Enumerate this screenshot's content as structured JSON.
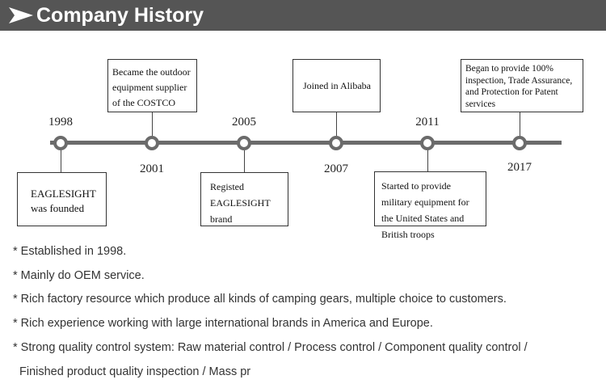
{
  "header": {
    "title": "Company History",
    "background": "#555555",
    "arrow_icon": "arrow-right-icon"
  },
  "timeline": {
    "years": [
      "1998",
      "2001",
      "2005",
      "2007",
      "2011",
      "2017"
    ],
    "boxes": [
      {
        "year": "1998",
        "text": "EAGLESIGHT was founded"
      },
      {
        "year": "2001",
        "text": "Became the outdoor equipment supplier of the COSTCO"
      },
      {
        "year": "2005",
        "text": "Registed EAGLESIGHT brand"
      },
      {
        "year": "2007",
        "text": "Joined in Alibaba"
      },
      {
        "year": "2011",
        "text": "Started to provide military equipment for the United States and British troops"
      },
      {
        "year": "2017",
        "text": "Began to provide 100% inspection, Trade Assurance, and Protection for Patent services"
      }
    ]
  },
  "bullets": [
    "* Established in 1998.",
    "* Mainly do OEM service.",
    "* Rich factory resource which produce all kinds of camping gears, multiple choice to customers.",
    "* Rich experience working with large international brands in America and Europe.",
    "* Strong quality control system: Raw material control / Process control / Component quality control /",
    "Finished product quality inspection / Mass pr"
  ]
}
